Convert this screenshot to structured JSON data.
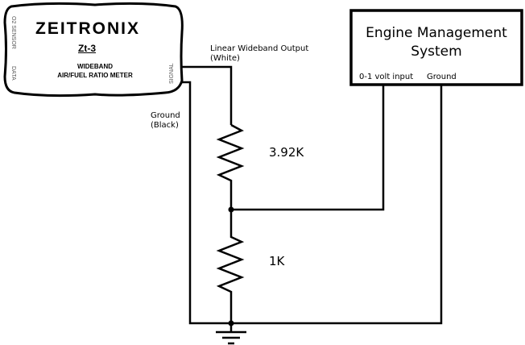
{
  "meter": {
    "brand": "ZEITRONIX",
    "model": "Zt-3",
    "line1": "WIDEBAND",
    "line2": "AIR/FUEL RATIO METER",
    "port_o2": "O2 SENSOR",
    "port_data": "DATA",
    "port_signal": "SIGNAL"
  },
  "wires": {
    "signal_label_1": "Linear Wideband Output",
    "signal_label_2": "(White)",
    "ground_label_1": "Ground",
    "ground_label_2": "(Black)"
  },
  "resistors": [
    {
      "value": "3.92K"
    },
    {
      "value": "1K"
    }
  ],
  "ems": {
    "title_1": "Engine Management",
    "title_2": "System",
    "input_label": "0-1 volt input",
    "ground_label": "Ground"
  }
}
